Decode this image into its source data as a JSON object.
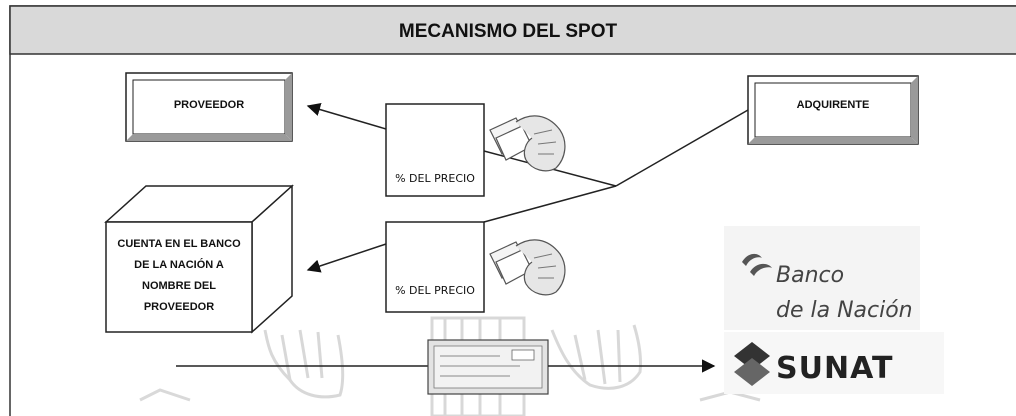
{
  "title": "MECANISMO DEL SPOT",
  "nodes": {
    "proveedor": "PROVEEDOR",
    "adquirente": "ADQUIRENTE",
    "cuenta": [
      "CUENTA EN EL BANCO",
      "DE LA NACIÓN A",
      "NOMBRE DEL",
      "PROVEEDOR"
    ],
    "precio_top": "% DEL PRECIO",
    "precio_bottom": "% DEL PRECIO"
  },
  "logos": {
    "banco_line1": "Banco",
    "banco_line2": "de la Nación",
    "sunat": "SUNAT"
  },
  "icons": [
    "money-hand-icon",
    "money-hand-icon",
    "check-document-icon",
    "banco-logo-icon",
    "sunat-logo-icon"
  ]
}
